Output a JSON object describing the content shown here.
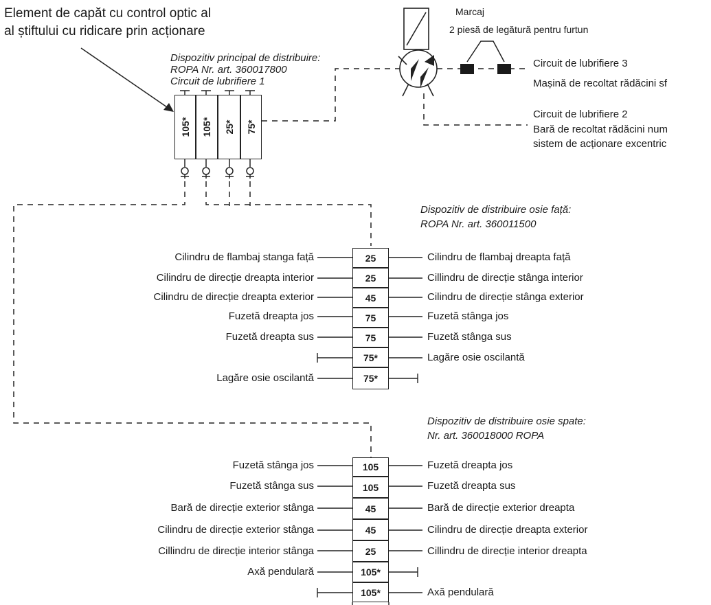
{
  "annotation": {
    "line1": "Element de capăt cu control optic al",
    "line2": "al știftului cu ridicare prin acționare"
  },
  "main_distributor": {
    "title_line1": "Dispozitiv principal de distribuire:",
    "title_line2": "ROPA Nr. art. 360017800",
    "title_line3": "Circuit de lubrifiere 1",
    "cells": [
      "105*",
      "105*",
      "25*",
      "75*"
    ]
  },
  "pump": {
    "label_marcaj": "Marcaj",
    "label_hose": "2 piesă de legătură pentru furtun",
    "circuit3_title": "Circuit de lubrifiere 3",
    "circuit3_desc": "Mașină de recoltat rădăcini sf",
    "circuit2_title": "Circuit de lubrifiere 2",
    "circuit2_desc1": "Bară de recoltat rădăcini num",
    "circuit2_desc2": "sistem de acționare excentric"
  },
  "front_axle": {
    "title_line1": "Dispozitiv de distribuire osie față:",
    "title_line2": "ROPA Nr. art. 360011500",
    "rows": [
      {
        "left": "Cilindru de flambaj stanga față",
        "value": "25",
        "right": "Cilindru de flambaj dreapta față"
      },
      {
        "left": "Cilindru de direcție dreapta interior",
        "value": "25",
        "right": "Cillindru de direcție stânga interior"
      },
      {
        "left": "Cilindru de direcție dreapta exterior",
        "value": "45",
        "right": "Cilindru de direcție stânga exterior"
      },
      {
        "left": "Fuzetă dreapta jos",
        "value": "75",
        "right": "Fuzetă stânga jos"
      },
      {
        "left": "Fuzetă dreapta sus",
        "value": "75",
        "right": "Fuzetă stânga sus"
      },
      {
        "left": "",
        "value": "75*",
        "right": "Lagăre osie oscilantă"
      },
      {
        "left": "Lagăre osie oscilantă",
        "value": "75*",
        "right": ""
      }
    ]
  },
  "rear_axle": {
    "title_line1": "Dispozitiv de distribuire osie spate:",
    "title_line2": "Nr. art. 360018000 ROPA",
    "rows": [
      {
        "left": "Fuzetă stânga jos",
        "value": "105",
        "right": "Fuzetă dreapta jos"
      },
      {
        "left": "Fuzetă stânga sus",
        "value": "105",
        "right": "Fuzetă dreapta sus"
      },
      {
        "left": "Bară de direcție exterior stânga",
        "value": "45",
        "right": "Bară de direcție exterior dreapta"
      },
      {
        "left": "Cilindru de direcție exterior stânga",
        "value": "45",
        "right": "Cilindru de direcție dreapta exterior"
      },
      {
        "left": "Cillindru de direcție interior stânga",
        "value": "25",
        "right": "Cillindru de direcție interior dreapta"
      },
      {
        "left": "Axă pendulară",
        "value": "105*",
        "right": ""
      },
      {
        "left": "",
        "value": "105*",
        "right": "Axă pendulară"
      }
    ]
  }
}
